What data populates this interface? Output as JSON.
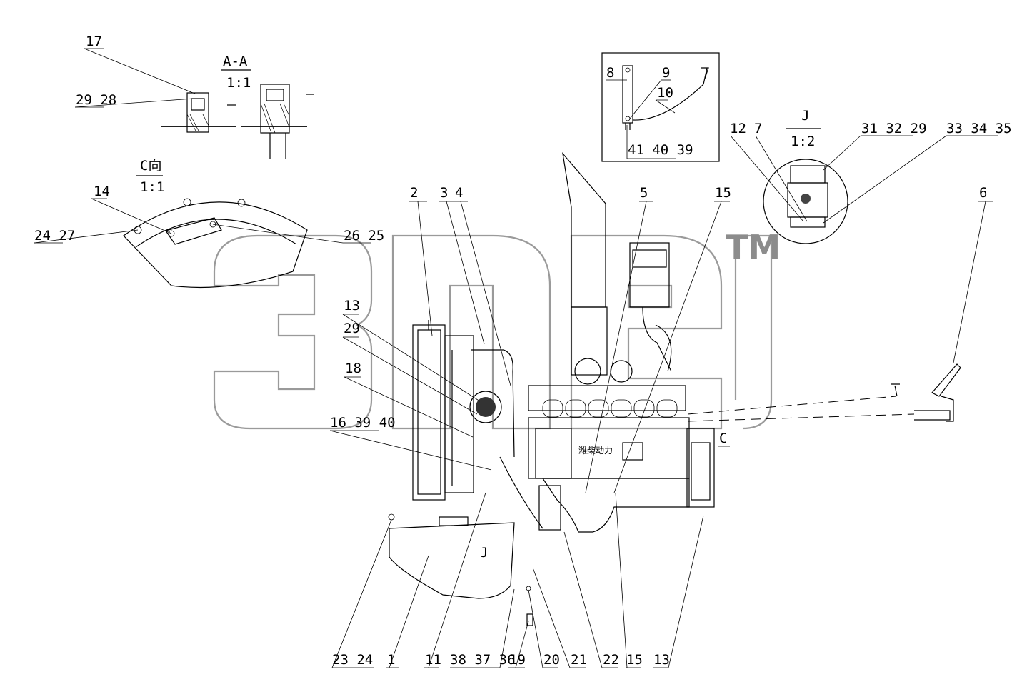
{
  "views": {
    "aa": {
      "title": "A-A",
      "scale": "1:1"
    },
    "c_view": {
      "title": "C向",
      "scale": "1:1"
    },
    "j_view": {
      "title": "J",
      "scale": "1:2"
    },
    "section_mark_c": "C",
    "section_mark_j": "J"
  },
  "callouts": {
    "c17": "17",
    "c29_28": "29 28",
    "c8": "8",
    "c9": "9",
    "c10": "10",
    "c41_40_39": "41 40 39",
    "c12": "12",
    "c7": "7",
    "c31_32_29": "31 32 29",
    "c33_34_35": "33 34 35",
    "c14": "14",
    "c24_27": "24 27",
    "c26_25": "26 25",
    "c2": "2",
    "c3": "3",
    "c4": "4",
    "c5": "5",
    "c15_top": "15",
    "c6": "6",
    "c13_top": "13",
    "c29": "29",
    "c18": "18",
    "c16_39_40": "16 39 40",
    "c23_24": "23 24",
    "c1": "1",
    "c11": "11",
    "c38_37_36": "38 37 36",
    "c19": "19",
    "c20": "20",
    "c21": "21",
    "c22": "22",
    "c15_bottom": "15",
    "c13_bottom": "13"
  },
  "engine_plate_text": "潍柴动力",
  "watermark": {
    "trademark": "TM"
  }
}
